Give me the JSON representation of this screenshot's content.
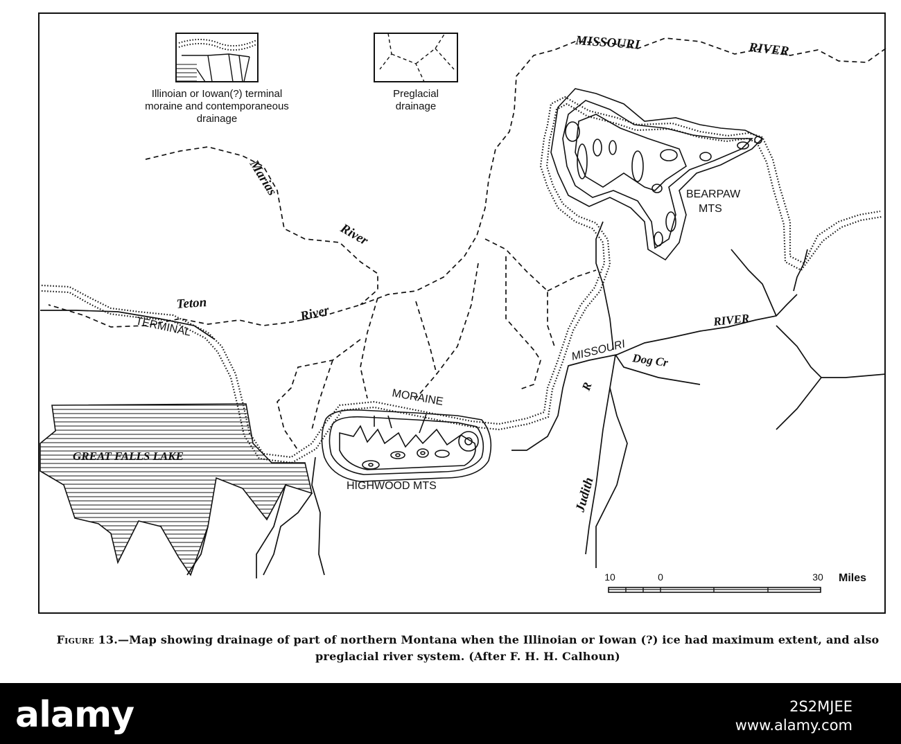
{
  "legend": {
    "moraine": "Illinoian or Iowan(?) terminal moraine and contemporaneous drainage",
    "moraine_line1": "Illinoian or Iowan(?) terminal",
    "moraine_line2": "moraine and contemporaneous",
    "moraine_line3": "drainage",
    "preglacial": "Preglacial drainage",
    "preglacial_line1": "Preglacial",
    "preglacial_line2": "drainage"
  },
  "labels": {
    "missouri_north": "MISSOURI",
    "river_north": "RIVER",
    "marias": "Marias",
    "marias_river": "River",
    "teton": "Teton",
    "teton_river": "River",
    "terminal": "TERMINAL",
    "moraine": "MORAINE",
    "great_falls_lake": "GREAT FALLS LAKE",
    "highwood": "HIGHWOOD MTS",
    "bearpaw": "BEARPAW",
    "bearpaw_mts": "MTS",
    "missouri_south": "MISSOURI",
    "river_south": "RIVER",
    "dog_cr": "Dog Cr",
    "judith": "Judith",
    "judith_r": "R"
  },
  "scale": {
    "left": "10",
    "mid": "0",
    "right": "30",
    "unit": "Miles"
  },
  "caption": {
    "figure": "Figure 13.",
    "text": "—Map showing drainage of part of northern Montana when the Illinoian or Iowan (?) ice had maximum extent, and also preglacial river system. (After F. H. H. Calhoun)"
  },
  "watermark": {
    "logo": "alamy",
    "image_id": "2S2MJEE",
    "site": "www.alamy.com"
  }
}
